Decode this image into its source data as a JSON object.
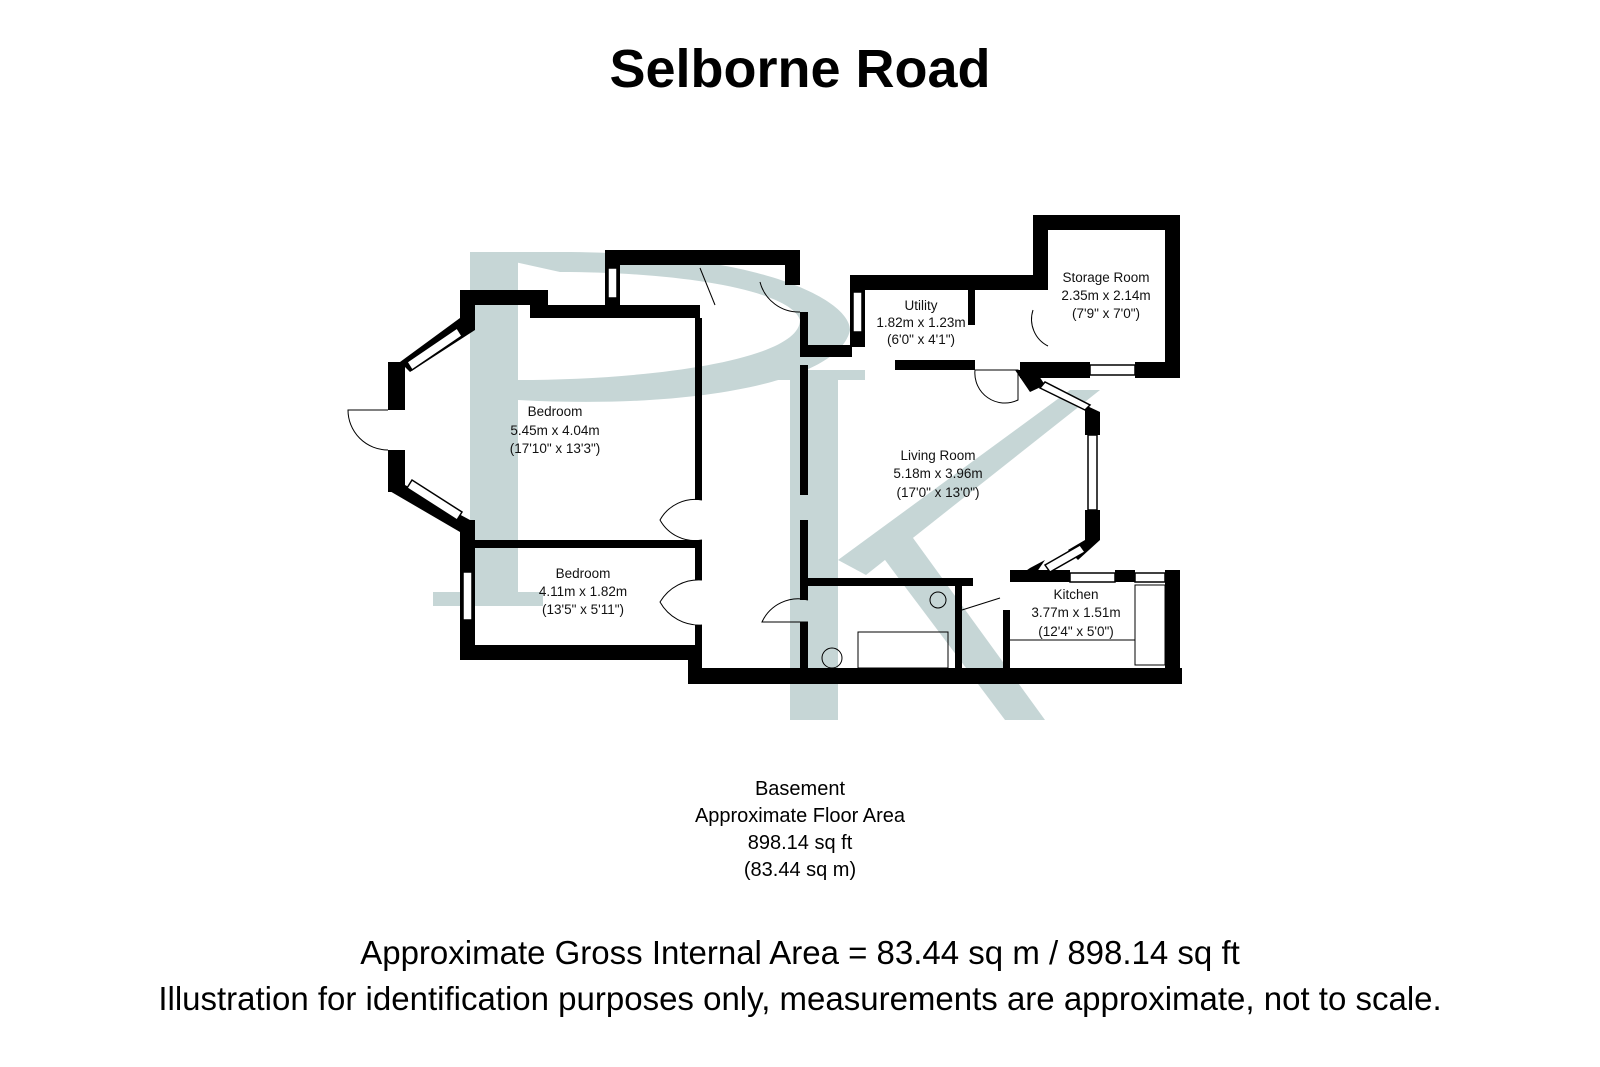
{
  "title": "Selborne Road",
  "watermark": {
    "letters": "PK",
    "color": "#c6d6d6"
  },
  "rooms": [
    {
      "name": "Bedroom",
      "metric": "5.45m x 4.04m",
      "imperial": "(17'10\" x 13'3\")"
    },
    {
      "name": "Bedroom",
      "metric": "4.11m x 1.82m",
      "imperial": "(13'5\" x 5'11\")"
    },
    {
      "name": "Utility",
      "metric": "1.82m x 1.23m",
      "imperial": "(6'0\" x 4'1\")"
    },
    {
      "name": "Storage Room",
      "metric": "2.35m x 2.14m",
      "imperial": "(7'9\" x 7'0\")"
    },
    {
      "name": "Living Room",
      "metric": "5.18m x 3.96m",
      "imperial": "(17'0\" x 13'0\")"
    },
    {
      "name": "Kitchen",
      "metric": "3.77m x 1.51m",
      "imperial": "(12'4\" x 5'0\")"
    }
  ],
  "floor": {
    "name": "Basement",
    "label": "Approximate Floor Area",
    "sqft": "898.14 sq ft",
    "sqm": "(83.44 sq m)"
  },
  "footer": {
    "gross": "Approximate Gross Internal Area = 83.44 sq m / 898.14 sq ft",
    "disclaimer": "Illustration for identification purposes only, measurements are approximate, not to scale."
  }
}
